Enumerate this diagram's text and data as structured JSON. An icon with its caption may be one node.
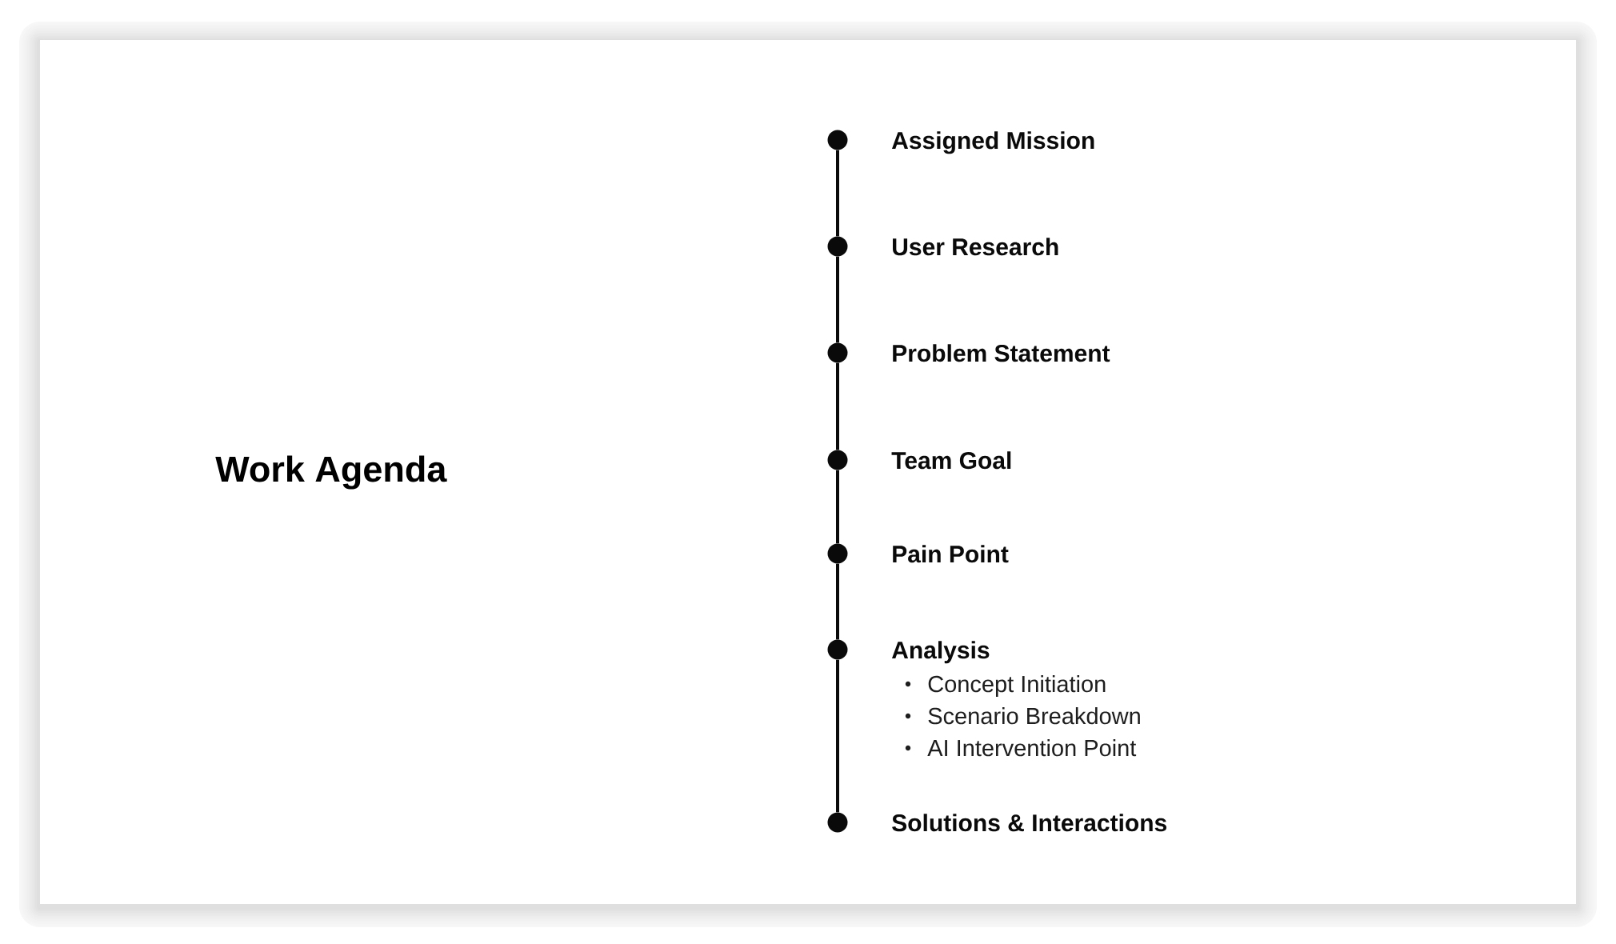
{
  "diagram": {
    "title": "Work Agenda",
    "nodes": [
      {
        "text": [],
        "shape": "circle",
        "beside": [
          "Assigned Mission"
        ]
      },
      {
        "text": [],
        "shape": "circle",
        "beside": [
          "User Research"
        ]
      },
      {
        "text": [],
        "shape": "circle",
        "beside": [
          "Problem Statement"
        ]
      },
      {
        "text": [],
        "shape": "circle",
        "beside": [
          "Team Goal"
        ]
      },
      {
        "text": [],
        "shape": "circle",
        "beside": [
          "Pain Point"
        ]
      },
      {
        "text": [],
        "shape": "circle",
        "beside": [
          "Analysis",
          "Concept Initiation",
          "Scenario Breakdown",
          "AI Intervention Point"
        ]
      },
      {
        "text": [],
        "shape": "circle",
        "beside": [
          "Solutions & Interactions"
        ]
      }
    ],
    "edges": [
      {
        "from": 0,
        "to": 1,
        "arrow": "none"
      },
      {
        "from": 1,
        "to": 2,
        "arrow": "none"
      },
      {
        "from": 2,
        "to": 3,
        "arrow": "none"
      },
      {
        "from": 3,
        "to": 4,
        "arrow": "none"
      },
      {
        "from": 4,
        "to": 5,
        "arrow": "none"
      },
      {
        "from": 5,
        "to": 6,
        "arrow": "none"
      }
    ]
  }
}
